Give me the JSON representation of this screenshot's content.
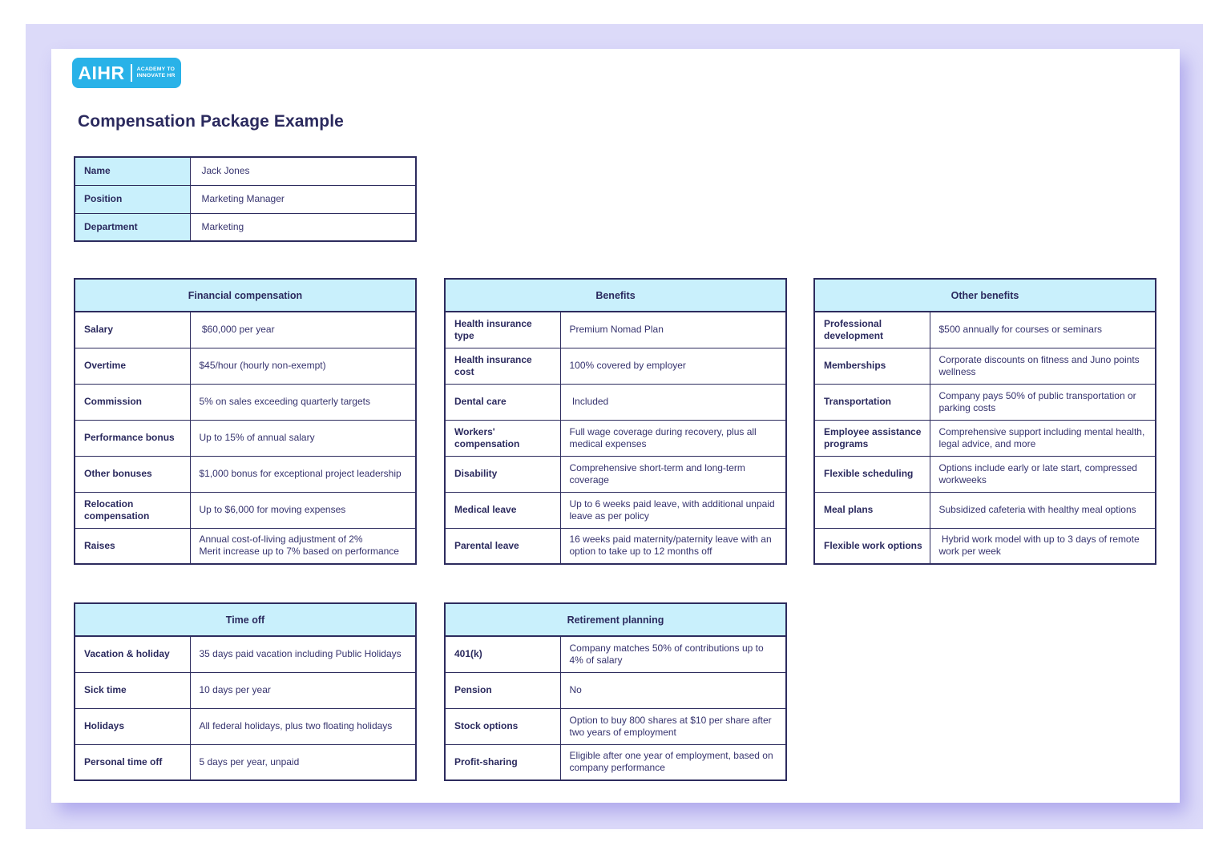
{
  "logo": {
    "text": "AIHR",
    "tagline_line1": "ACADEMY TO",
    "tagline_line2": "INNOVATE HR",
    "background": "#29b2e8"
  },
  "title": "Compensation Package Example",
  "colors": {
    "panel_lavender": "#dcdaf9",
    "header_cyan": "#c9f0fc",
    "border_navy": "#2d2c5e",
    "label_text": "#2b2a5e",
    "value_text": "#36336e",
    "logo_blue": "#29b2e8"
  },
  "employee_info": {
    "rows": [
      {
        "label": "Name",
        "value": "Jack Jones"
      },
      {
        "label": "Position",
        "value": "Marketing Manager"
      },
      {
        "label": "Department",
        "value": "Marketing"
      }
    ]
  },
  "sections": {
    "financial": {
      "title": "Financial compensation",
      "rows": [
        {
          "label": "Salary",
          "value": " $60,000 per year"
        },
        {
          "label": "Overtime",
          "value": "$45/hour (hourly non-exempt)"
        },
        {
          "label": "Commission",
          "value": "5% on sales exceeding quarterly targets"
        },
        {
          "label": "Performance bonus",
          "value": "Up to 15% of annual salary"
        },
        {
          "label": "Other bonuses",
          "value": "$1,000 bonus for exceptional project leadership"
        },
        {
          "label": "Relocation compensation",
          "value": "Up to $6,000 for moving expenses"
        },
        {
          "label": "Raises",
          "value": "Annual cost-of-living adjustment of 2%\nMerit increase up to 7% based on performance"
        }
      ]
    },
    "benefits": {
      "title": "Benefits",
      "rows": [
        {
          "label": "Health insurance type",
          "value": "Premium Nomad Plan"
        },
        {
          "label": "Health insurance cost",
          "value": "100% covered by employer"
        },
        {
          "label": "Dental care",
          "value": " Included"
        },
        {
          "label": "Workers' compensation",
          "value": "Full wage coverage during recovery, plus all medical expenses"
        },
        {
          "label": "Disability",
          "value": "Comprehensive short-term and long-term coverage"
        },
        {
          "label": "Medical leave",
          "value": "Up to 6 weeks paid leave, with additional unpaid leave as per policy"
        },
        {
          "label": "Parental leave",
          "value": "16 weeks paid maternity/paternity leave with an option to take up to 12 months off"
        }
      ]
    },
    "other_benefits": {
      "title": "Other benefits",
      "rows": [
        {
          "label": "Professional development",
          "value": "$500 annually for courses or seminars"
        },
        {
          "label": "Memberships",
          "value": "Corporate discounts on fitness and Juno points wellness"
        },
        {
          "label": "Transportation",
          "value": "Company pays 50% of public transportation or parking costs"
        },
        {
          "label": "Employee assistance programs",
          "value": "Comprehensive support including mental health, legal advice, and more"
        },
        {
          "label": "Flexible scheduling",
          "value": "Options include early or late start, compressed workweeks"
        },
        {
          "label": "Meal plans",
          "value": "Subsidized cafeteria with healthy meal options"
        },
        {
          "label": "Flexible work options",
          "value": " Hybrid work model with up to 3 days of remote work per week"
        }
      ]
    },
    "time_off": {
      "title": "Time off",
      "rows": [
        {
          "label": "Vacation & holiday",
          "value": "35 days paid vacation including Public Holidays"
        },
        {
          "label": "Sick time",
          "value": "10 days per year"
        },
        {
          "label": "Holidays",
          "value": "All federal holidays, plus two floating holidays"
        },
        {
          "label": "Personal time off",
          "value": "5 days per year, unpaid"
        }
      ]
    },
    "retirement": {
      "title": "Retirement planning",
      "rows": [
        {
          "label": "401(k)",
          "value": "Company matches 50% of contributions up to 4% of salary"
        },
        {
          "label": "Pension",
          "value": "No"
        },
        {
          "label": "Stock options",
          "value": "Option to buy 800 shares at $10 per share after two years of employment"
        },
        {
          "label": "Profit-sharing",
          "value": "Eligible after one year of employment, based on company performance"
        }
      ]
    }
  }
}
